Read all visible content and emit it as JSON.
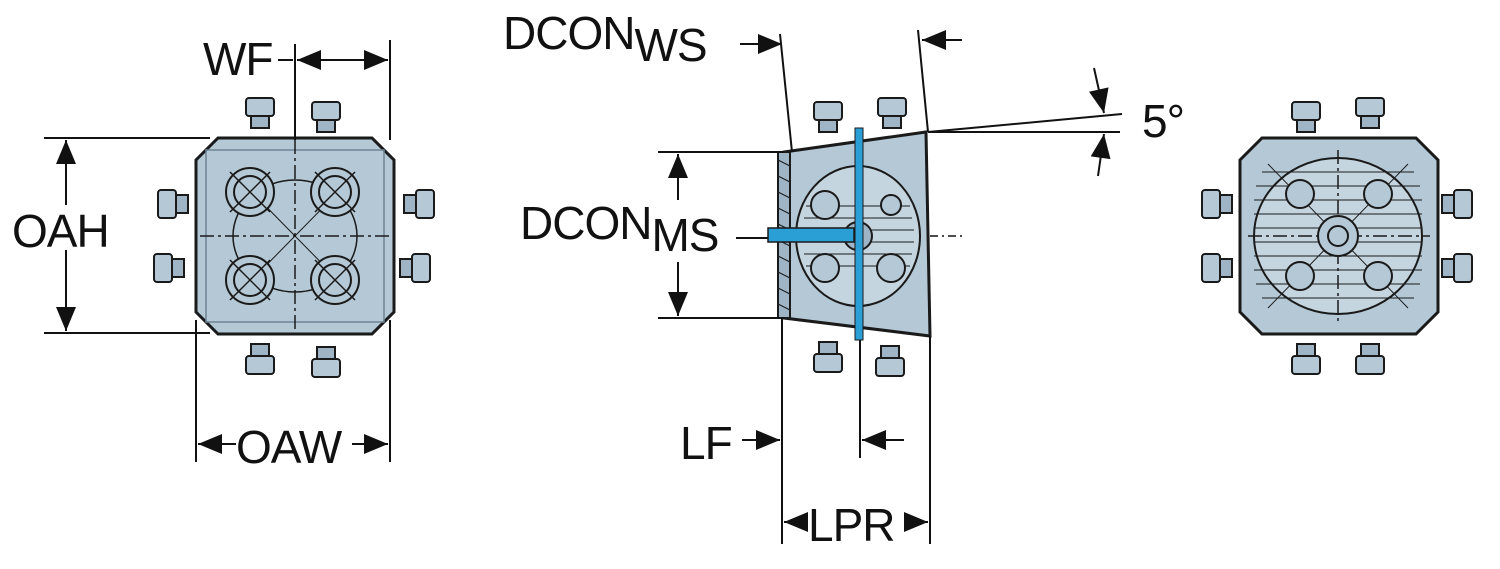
{
  "labels": {
    "wf": "WF",
    "oah": "OAH",
    "oaw": "OAW",
    "dcon_ws_main": "DCON",
    "dcon_ws_sub": "WS",
    "dcon_ms_main": "DCON",
    "dcon_ms_sub": "MS",
    "angle": "5°",
    "lf": "LF",
    "lpr": "LPR"
  },
  "colors": {
    "body_fill": "#b4c8d6",
    "body_fill_dark": "#9fb5c5",
    "outline": "#1a1a1a",
    "coolant": "#2a9fd6",
    "background": "#ffffff"
  }
}
